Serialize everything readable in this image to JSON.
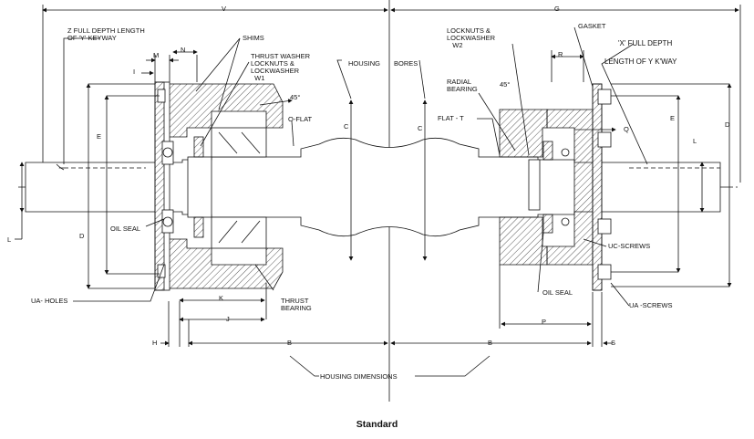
{
  "caption": "Standard",
  "labels": {
    "V": "V",
    "G": "G",
    "z_keyway": "Z FULL DEPTH LENGTH\nOF 'Y' KEYWAY",
    "M": "M",
    "N": "N",
    "I": "I",
    "shims": "SHIMS",
    "thrust_washer": "THRUST WASHER\nLOCKNUTS &\nLOCKWASHER\n  W1",
    "housing": "HOUSING",
    "bores": "BORES",
    "angle_left": "45°",
    "angle_right": "45°",
    "o_flat": "O-FLAT",
    "E_left": "E",
    "E_right": "E",
    "C_left": "C",
    "C_right": "C",
    "D_left": "D",
    "D_right": "D",
    "L_left": "L",
    "L_right": "L",
    "oil_seal_left": "OIL SEAL",
    "oil_seal_right": "OIL SEAL",
    "ua_holes": "UA- HOLES",
    "K": "K",
    "J": "J",
    "thrust_bearing": "THRUST\nBEARING",
    "H": "H",
    "B_left": "B",
    "B_right": "B",
    "S": "S",
    "housing_dims": "HOUSING DIMENSIONS",
    "locknuts_w2": "LOCKNUTS &\nLOCKWASHER\n   W2",
    "gasket": "GASKET",
    "x_full": "'X' FULL DEPTH",
    "x_length": "LENGTH OF Y K'WAY",
    "R": "R",
    "radial_bearing": "RADIAL\nBEARING",
    "flat_t": "FLAT - T",
    "Q": "Q",
    "uc_screws": "UC-SCREWS",
    "ua_screws": "UA -SCREWS",
    "P": "P"
  }
}
